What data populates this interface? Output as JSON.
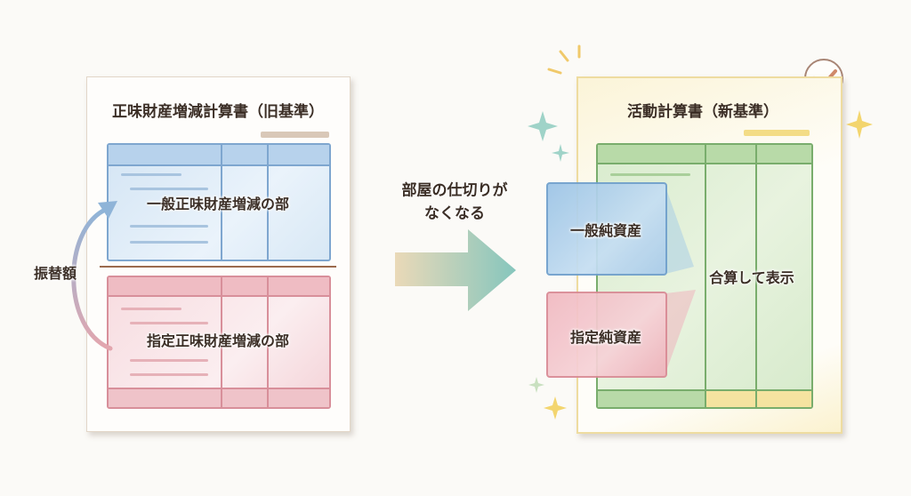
{
  "left_doc": {
    "title": "正味財産増減計算書（旧基準）",
    "general_section": "一般正味財産増減の部",
    "designated_section": "指定正味財産増減の部",
    "transfer_label": "振替額"
  },
  "middle": {
    "line1": "部屋の仕切りが",
    "line2": "なくなる"
  },
  "right_doc": {
    "title": "活動計算書（新基準）",
    "general_box": "一般純資産",
    "designated_box": "指定純資産",
    "combined_label": "合算して表示"
  },
  "colors": {
    "blue": "#6f9fcc",
    "pink": "#d98a95",
    "green": "#72ad65",
    "yellow": "#f1d77d",
    "brown": "#8a5a40"
  }
}
